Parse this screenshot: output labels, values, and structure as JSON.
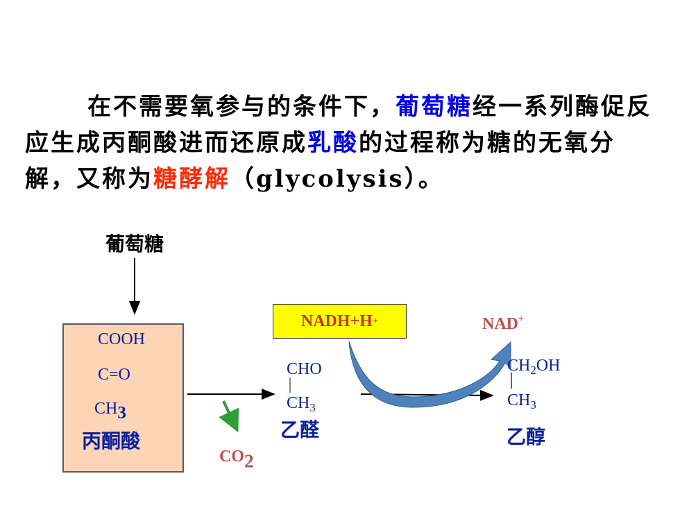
{
  "paragraph": {
    "t1": "在不需要氧参与的条件下，",
    "glucose": "葡萄糖",
    "t2": "经一系列酶促反应生成丙酮酸进而还原成",
    "lactate": "乳酸",
    "t3": "的过程称为糖的无氧分解，又称为",
    "glycolysis": "糖酵解",
    "t4": "（glycolysis）。"
  },
  "diagram": {
    "glucose_label": "葡萄糖",
    "pyruvate": {
      "cooh": "COOH",
      "co": "C=O",
      "ch": "CH",
      "sub": "3",
      "name": "丙酮酸"
    },
    "acetaldehyde": {
      "cho": "CHO",
      "ch": "CH",
      "sub": "3",
      "name": "乙醛"
    },
    "ethanol": {
      "ch": "CH",
      "sub2": "2",
      "oh": "OH",
      "ch3": "CH",
      "sub3": "3",
      "name": "乙醇"
    },
    "nadh": {
      "text": "NADH+H",
      "sup": "+"
    },
    "nad": {
      "text": "NAD",
      "sup": "+"
    },
    "co2": {
      "text": "CO",
      "sub": "2"
    }
  },
  "colors": {
    "highlight_blue": "#0000e6",
    "highlight_red": "#ff2a0a",
    "formula_blue": "#0b1f9e",
    "box_fill": "#fbd5b5",
    "nadh_fill": "#ffff00",
    "co2_arrow": "#2e9e3a",
    "curved_arrow": "#4f81bd"
  }
}
